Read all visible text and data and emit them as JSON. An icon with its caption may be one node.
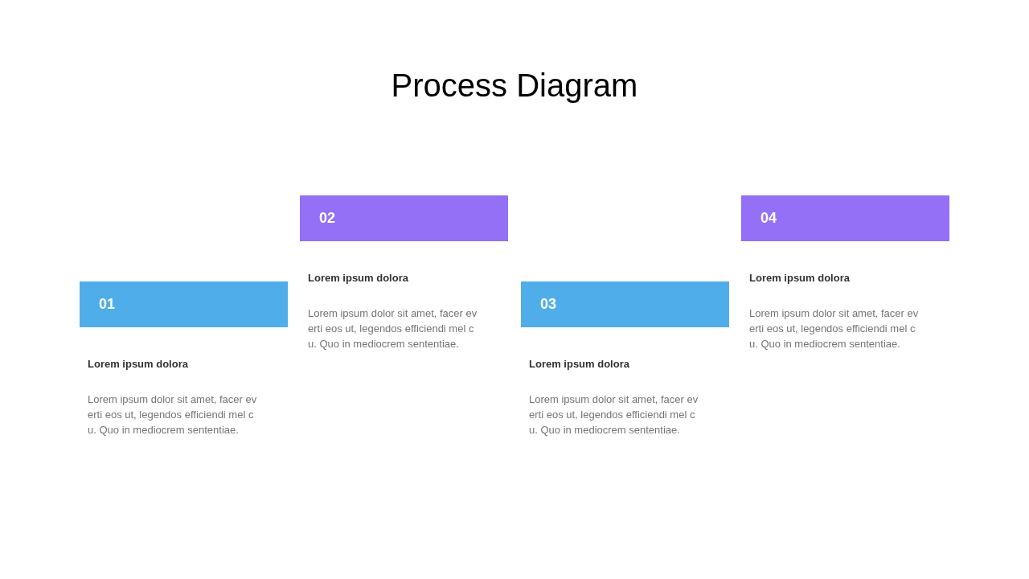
{
  "diagram": {
    "title": "Process Diagram",
    "nodes": [
      {
        "text": [
          "01"
        ],
        "beside": [
          "Lorem ipsum dolora",
          "Lorem ipsum dolor sit amet, facer ev erti eos ut, legendos efficiendi mel c u. Quo in mediocrem sententiae."
        ]
      },
      {
        "text": [
          "02"
        ],
        "beside": [
          "Lorem ipsum dolora",
          "Lorem ipsum dolor sit amet, facer ev erti eos ut, legendos efficiendi mel c u. Quo in mediocrem sententiae."
        ]
      },
      {
        "text": [
          "03"
        ],
        "beside": [
          "Lorem ipsum dolora",
          "Lorem ipsum dolor sit amet, facer ev erti eos ut, legendos efficiendi mel c u. Quo in mediocrem sententiae."
        ]
      },
      {
        "text": [
          "04"
        ],
        "beside": [
          "Lorem ipsum dolora",
          "Lorem ipsum dolor sit amet, facer ev erti eos ut, legendos efficiendi mel c u. Quo in mediocrem sententiae."
        ]
      }
    ]
  }
}
